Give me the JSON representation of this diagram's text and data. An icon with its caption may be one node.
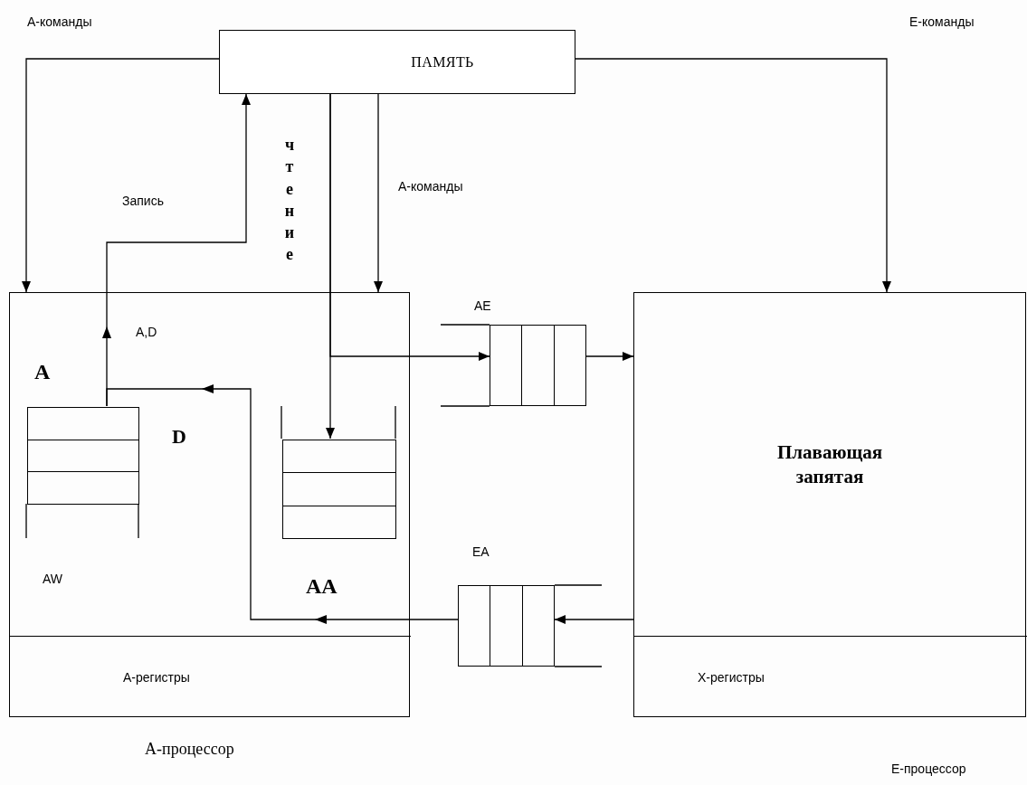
{
  "diagram": {
    "nodes": [
      {
        "text": [
          "ПАМЯТЬ"
        ]
      },
      {
        "text": [],
        "shape": "box",
        "beside": [
          "А-процессор"
        ]
      },
      {
        "text": [],
        "shape": "queue",
        "in": 1
      },
      {
        "text": [],
        "shape": "queue",
        "in": 1,
        "beside": [
          "AA"
        ]
      },
      {
        "text": [
          "А-регистры"
        ],
        "in": 1
      },
      {
        "text": [],
        "shape": "queue",
        "beside": [
          "AE"
        ]
      },
      {
        "text": [
          "Плавающая запятая"
        ],
        "beside": [
          "Е-процессор"
        ]
      },
      {
        "text": [
          "Х-регистры"
        ],
        "in": 6
      },
      {
        "text": [],
        "shape": "queue",
        "beside": [
          "EA"
        ]
      }
    ],
    "edges": [
      {
        "from": 0,
        "to": 1,
        "arrow": "to",
        "label": "А-команды"
      },
      {
        "from": 0,
        "to": 6,
        "arrow": "to",
        "label": "Е-команды"
      },
      {
        "from": 0,
        "to": 1,
        "arrow": "to",
        "label": "А-команды"
      },
      {
        "from": 0,
        "to": 3,
        "arrow": "to",
        "label": "чтение"
      },
      {
        "from": 2,
        "to": 0,
        "arrow": "to",
        "label": "Запись"
      },
      {
        "from": 0,
        "to": 5,
        "arrow": "to"
      },
      {
        "from": 5,
        "to": 6,
        "arrow": "to"
      },
      {
        "from": 6,
        "to": 8,
        "arrow": "to"
      },
      {
        "from": 8,
        "to": 2,
        "arrow": "to"
      }
    ],
    "labels": [
      "A,D",
      "A",
      "D",
      "AW"
    ]
  }
}
